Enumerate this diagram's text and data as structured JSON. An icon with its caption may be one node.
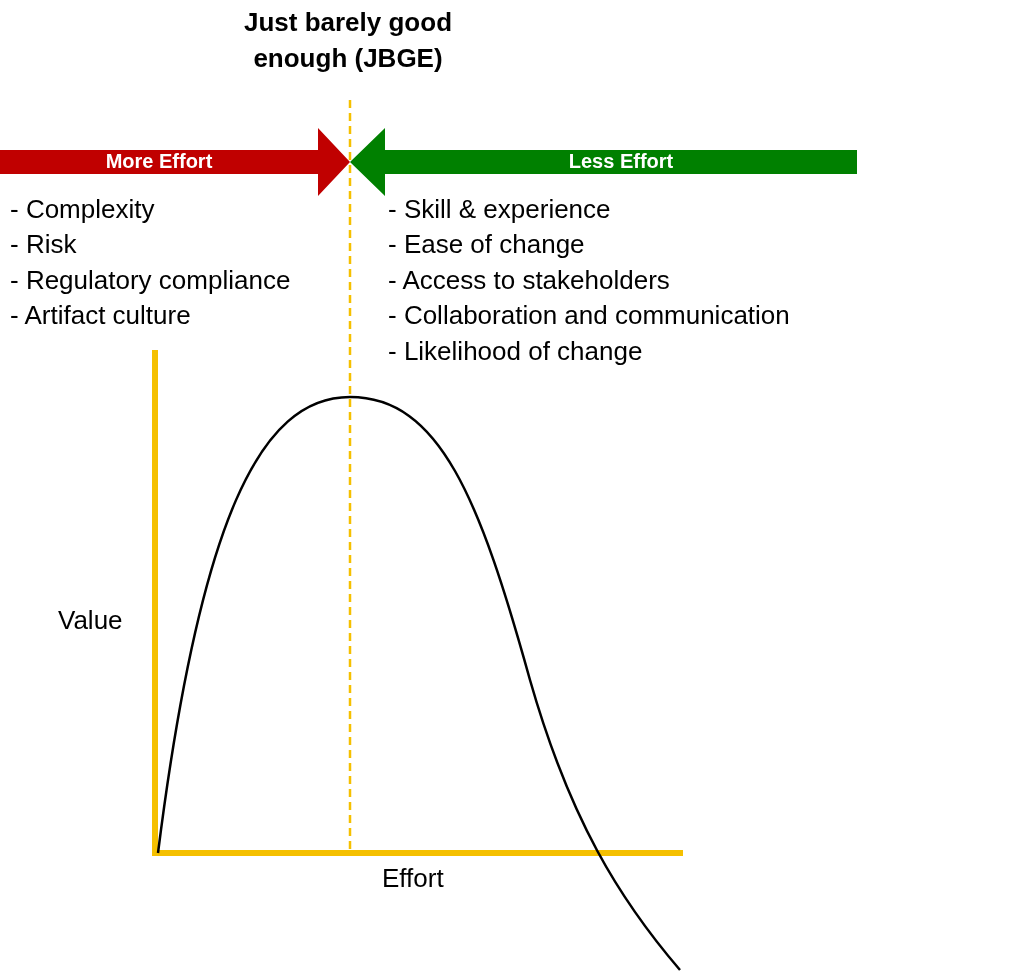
{
  "diagram": {
    "title": "Just barely good enough (JBGE)",
    "nodes": [
      {
        "text": [
          "More Effort"
        ]
      },
      {
        "text": [
          "Less Effort"
        ]
      }
    ],
    "labels": [
      "- Complexity",
      "- Risk",
      "- Regulatory compliance",
      "- Artifact culture",
      "- Skill & experience",
      "- Ease of change",
      "- Access to stakeholders",
      "- Collaboration and communication",
      "- Likelihood of change",
      "Value",
      "Effort"
    ]
  }
}
